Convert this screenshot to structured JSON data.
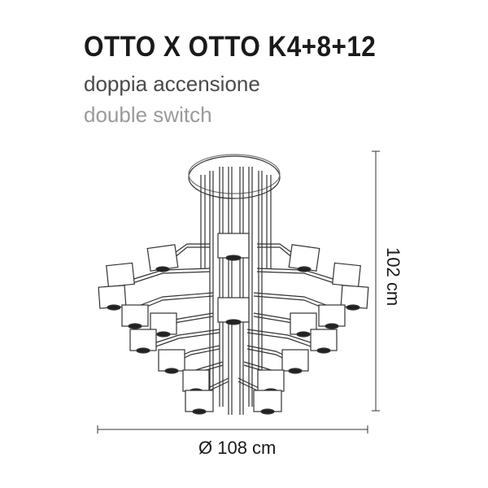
{
  "product": {
    "title": "OTTO X OTTO K4+8+12",
    "subtitle_it": "doppia accensione",
    "subtitle_en": "double switch"
  },
  "dimensions": {
    "width_label": "Ø 108 cm",
    "height_label": "102 cm"
  }
}
